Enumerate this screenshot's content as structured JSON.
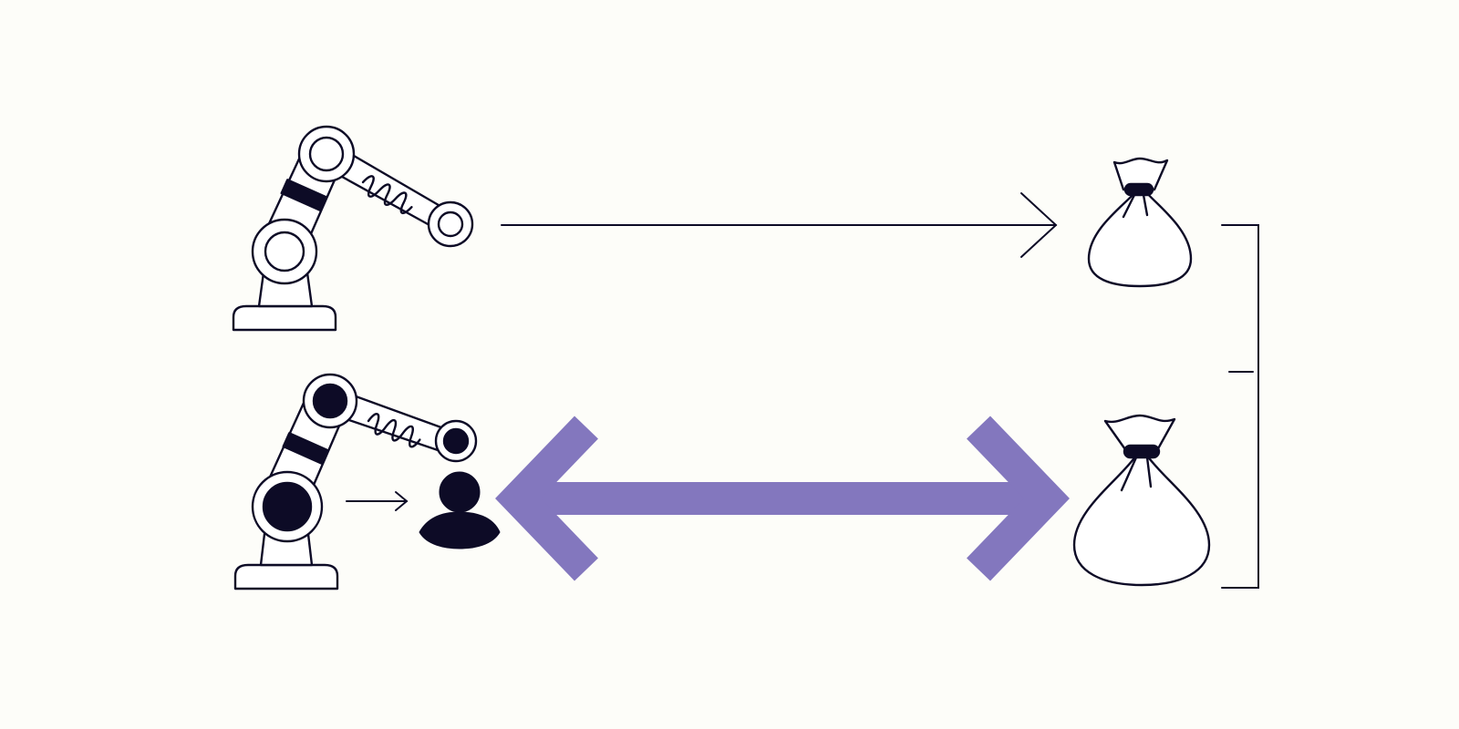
{
  "colors": {
    "background": "#fdfdf9",
    "ink": "#0d0b26",
    "accent": "#8377be",
    "fill_white": "#ffffff"
  },
  "icons": {
    "top_robot": "robot-arm-outline-icon",
    "bottom_robot": "robot-arm-filled-icon",
    "top_bag": "money-bag-small-icon",
    "bottom_bag": "money-bag-large-icon",
    "person": "person-icon"
  },
  "rows": [
    {
      "name": "automation-only",
      "arrow": "single-thin-arrow"
    },
    {
      "name": "human-in-the-loop",
      "arrow": "double-headed-accent-arrow"
    }
  ],
  "comparison_bracket": "right-bracket-with-center-tick"
}
